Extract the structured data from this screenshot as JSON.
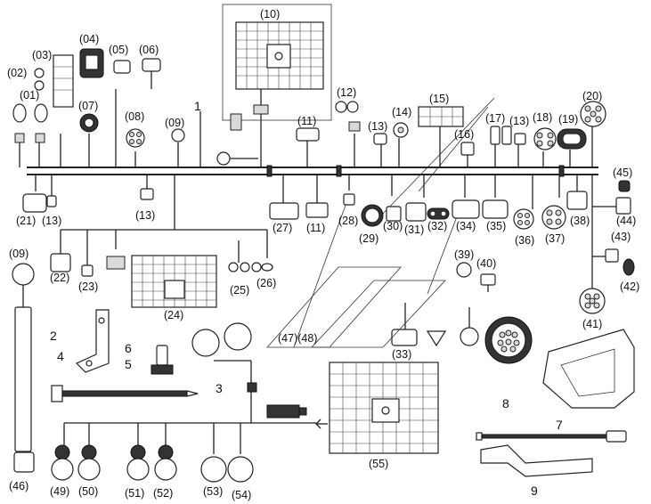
{
  "diagram": {
    "labels": {
      "l01": "(01)",
      "l02": "(02)",
      "l03": "(03)",
      "l04": "(04)",
      "l05": "(05)",
      "l06": "(06)",
      "l07": "(07)",
      "l08": "(08)",
      "l09": "(09)",
      "l09b": "(09)",
      "l10": "(10)",
      "l11": "(11)",
      "l11b": "(11)",
      "l12": "(12)",
      "l13": "(13)",
      "l13b": "(13)",
      "l13c": "(13)",
      "l13d": "(13)",
      "l14": "(14)",
      "l15": "(15)",
      "l16": "(16)",
      "l17": "(17)",
      "l18": "(18)",
      "l19": "(19)",
      "l20": "(20)",
      "l21": "(21)",
      "l22": "(22)",
      "l23": "(23)",
      "l24": "(24)",
      "l25": "(25)",
      "l26": "(26)",
      "l27": "(27)",
      "l28": "(28)",
      "l29": "(29)",
      "l30": "(30)",
      "l31": "(31)",
      "l32": "(32)",
      "l33": "(33)",
      "l34": "(34)",
      "l35": "(35)",
      "l36": "(36)",
      "l37": "(37)",
      "l38": "(38)",
      "l39": "(39)",
      "l40": "(40)",
      "l41": "(41)",
      "l42": "(42)",
      "l43": "(43)",
      "l44": "(44)",
      "l45": "(45)",
      "l46": "(46)",
      "l4748": "(47)(48)",
      "l49": "(49)",
      "l50": "(50)",
      "l51": "(51)",
      "l52": "(52)",
      "l53": "(53)",
      "l54": "(54)",
      "l55": "(55)"
    },
    "numbers": {
      "n1": "1",
      "n2": "2",
      "n3": "3",
      "n4": "4",
      "n5": "5",
      "n6": "6",
      "n7": "7",
      "n8": "8",
      "n9": "9"
    }
  }
}
